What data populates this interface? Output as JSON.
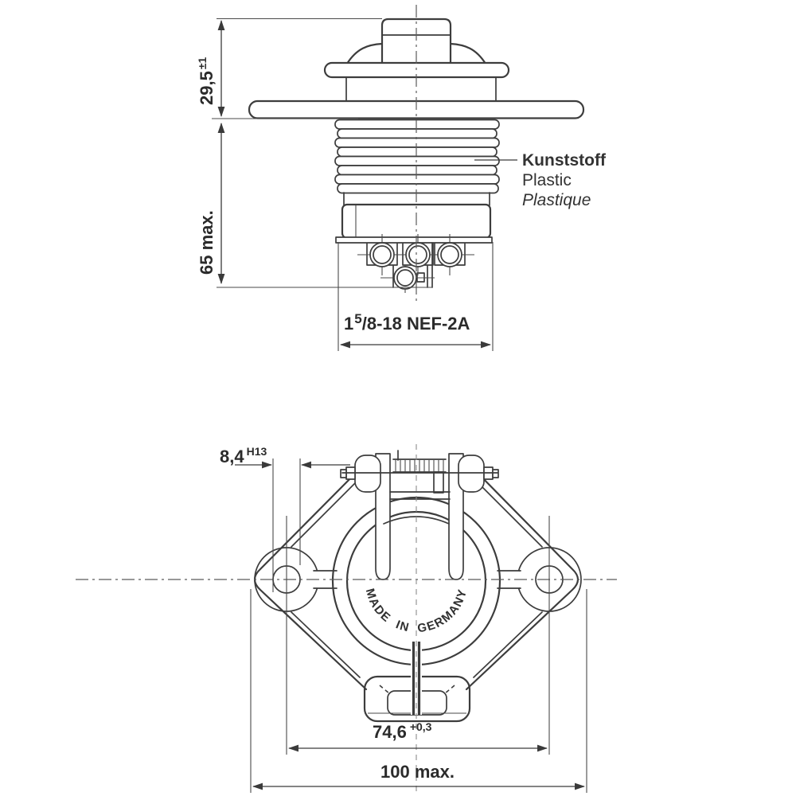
{
  "colors": {
    "background": "#ffffff",
    "line": "#3d3d3d",
    "text": "#2b2b2b"
  },
  "side_view": {
    "dim_height_above": {
      "value": "29,5",
      "tolerance": "±1"
    },
    "dim_height_below": "65 max.",
    "thread_spec": {
      "whole": "1",
      "numerator": "5",
      "rest": "/8-18 NEF-2A"
    },
    "material_labels": {
      "de": "Kunststoff",
      "en": "Plastic",
      "fr": "Plastique"
    }
  },
  "front_view": {
    "dim_hole_diameter": {
      "value": "8,4",
      "fit": "H13"
    },
    "dim_hole_spacing": {
      "value": "74,6",
      "tolerance": "+0,3"
    },
    "dim_overall_width": "100 max.",
    "stamp": "MADE IN GERMANY"
  }
}
